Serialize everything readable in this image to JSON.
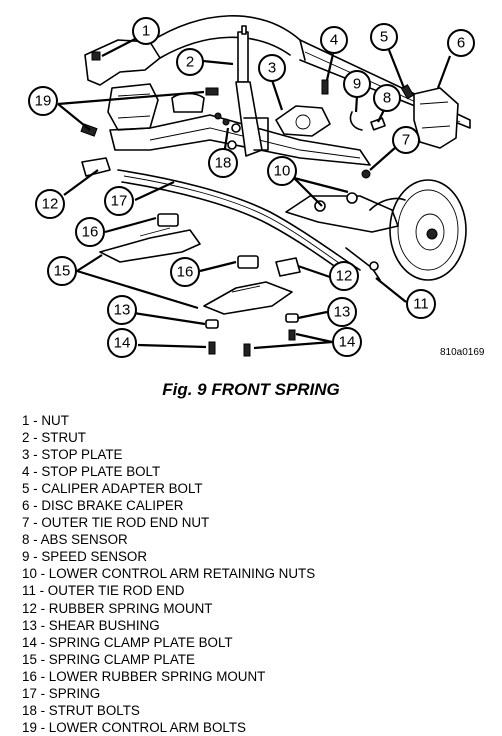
{
  "figure": {
    "caption": "Fig. 9 FRONT SPRING",
    "code": "810a0169"
  },
  "callouts": [
    {
      "n": "1"
    },
    {
      "n": "2"
    },
    {
      "n": "3"
    },
    {
      "n": "4"
    },
    {
      "n": "5"
    },
    {
      "n": "6"
    },
    {
      "n": "7"
    },
    {
      "n": "8"
    },
    {
      "n": "9"
    },
    {
      "n": "10"
    },
    {
      "n": "11"
    },
    {
      "n": "12"
    },
    {
      "n": "12"
    },
    {
      "n": "13"
    },
    {
      "n": "13"
    },
    {
      "n": "14"
    },
    {
      "n": "14"
    },
    {
      "n": "15"
    },
    {
      "n": "16"
    },
    {
      "n": "16"
    },
    {
      "n": "17"
    },
    {
      "n": "18"
    },
    {
      "n": "19"
    }
  ],
  "legend": [
    "1 - NUT",
    "2 - STRUT",
    "3 - STOP PLATE",
    "4 - STOP PLATE BOLT",
    "5 - CALIPER ADAPTER BOLT",
    "6 - DISC BRAKE CALIPER",
    "7 - OUTER TIE ROD END NUT",
    "8 - ABS SENSOR",
    "9 - SPEED SENSOR",
    "10 - LOWER CONTROL ARM RETAINING NUTS",
    "11 - OUTER TIE ROD END",
    "12 - RUBBER SPRING MOUNT",
    "13 - SHEAR BUSHING",
    "14 - SPRING CLAMP PLATE BOLT",
    "15 - SPRING CLAMP PLATE",
    "16 - LOWER RUBBER SPRING MOUNT",
    "17 - SPRING",
    "18 - STRUT BOLTS",
    "19 - LOWER CONTROL ARM BOLTS"
  ]
}
